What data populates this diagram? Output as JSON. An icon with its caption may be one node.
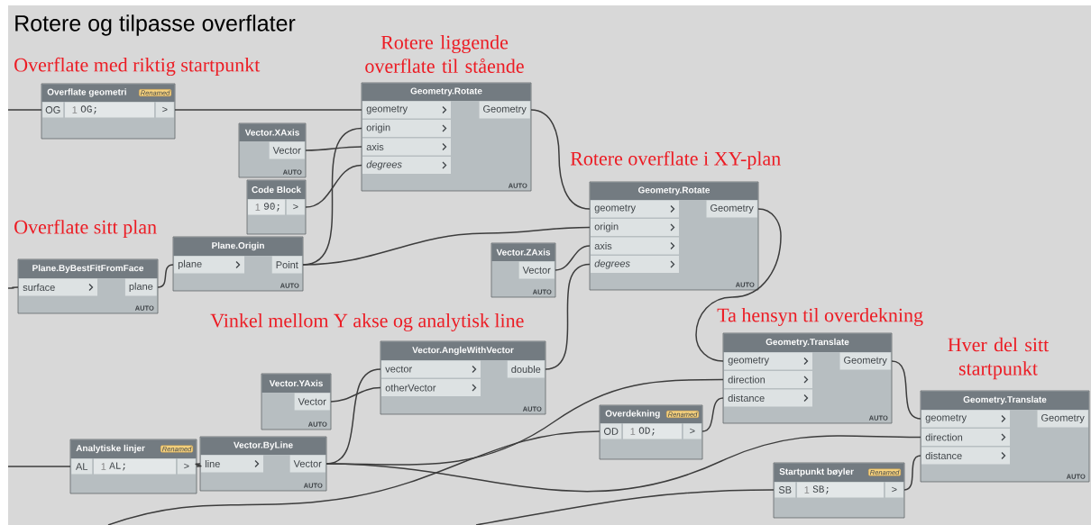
{
  "diagram": {
    "title": "Rotere og tilpasse overflater",
    "nodes": [
      {
        "text": [
          "Overflate geometri",
          "Renamed",
          "OG",
          "1",
          "OG;",
          ">"
        ]
      },
      {
        "text": [
          "Geometry.Rotate",
          "geometry",
          "origin",
          "axis",
          "degrees",
          "Geometry",
          "AUTO"
        ]
      },
      {
        "text": [
          "Vector.XAxis",
          "Vector",
          "AUTO"
        ]
      },
      {
        "text": [
          "Code Block",
          "1",
          "90;",
          ">"
        ]
      },
      {
        "text": [
          "Geometry.Rotate",
          "geometry",
          "origin",
          "axis",
          "degrees",
          "Geometry",
          "AUTO"
        ]
      },
      {
        "text": [
          "Plane.Origin",
          "plane",
          "Point",
          "AUTO"
        ]
      },
      {
        "text": [
          "Plane.ByBestFitFromFace",
          "surface",
          "plane",
          "AUTO"
        ]
      },
      {
        "text": [
          "Vector.ZAxis",
          "Vector",
          "AUTO"
        ]
      },
      {
        "text": [
          "Vector.AngleWithVector",
          "vector",
          "otherVector",
          "double",
          "AUTO"
        ]
      },
      {
        "text": [
          "Vector.YAxis",
          "Vector",
          "AUTO"
        ]
      },
      {
        "text": [
          "Geometry.Translate",
          "geometry",
          "direction",
          "distance",
          "Geometry",
          "AUTO"
        ]
      },
      {
        "text": [
          "Overdekning",
          "Renamed",
          "OD",
          "1",
          "OD;",
          ">"
        ]
      },
      {
        "text": [
          "Geometry.Translate",
          "geometry",
          "direction",
          "distance",
          "Geometry",
          "AUTO"
        ]
      },
      {
        "text": [
          "Analytiske linjer",
          "Renamed",
          "AL",
          "1",
          "AL;",
          ">"
        ]
      },
      {
        "text": [
          "Vector.ByLine",
          "line",
          "Vector",
          "AUTO"
        ]
      },
      {
        "text": [
          "Startpunkt bøyler",
          "Renamed",
          "SB",
          "1",
          "SB;",
          ">"
        ]
      }
    ],
    "edges": [
      {
        "from": null,
        "to": 0,
        "arrow": "none"
      },
      {
        "from": 0,
        "to": 1,
        "arrow": "none"
      },
      {
        "from": 5,
        "to": 1,
        "arrow": "none"
      },
      {
        "from": 2,
        "to": 1,
        "arrow": "none"
      },
      {
        "from": 3,
        "to": 1,
        "arrow": "none"
      },
      {
        "from": 1,
        "to": 4,
        "arrow": "none"
      },
      {
        "from": 5,
        "to": 4,
        "arrow": "none"
      },
      {
        "from": 7,
        "to": 4,
        "arrow": "none"
      },
      {
        "from": 8,
        "to": 4,
        "arrow": "none"
      },
      {
        "from": null,
        "to": 6,
        "arrow": "none"
      },
      {
        "from": 6,
        "to": 5,
        "arrow": "none"
      },
      {
        "from": 14,
        "to": 8,
        "arrow": "none"
      },
      {
        "from": 9,
        "to": 8,
        "arrow": "none"
      },
      {
        "from": 4,
        "to": 10,
        "arrow": "none"
      },
      {
        "from": 14,
        "to": 10,
        "arrow": "none"
      },
      {
        "from": 11,
        "to": 10,
        "arrow": "none"
      },
      {
        "from": 10,
        "to": 12,
        "arrow": "none"
      },
      {
        "from": 14,
        "to": 12,
        "arrow": "none"
      },
      {
        "from": 15,
        "to": 12,
        "arrow": "none"
      },
      {
        "from": null,
        "to": 13,
        "arrow": "none"
      },
      {
        "from": 13,
        "to": 14,
        "arrow": "none"
      },
      {
        "from": null,
        "to": 11,
        "arrow": "none"
      },
      {
        "from": null,
        "to": 15,
        "arrow": "none"
      }
    ],
    "labels": [
      "Rotere liggende overflate til stående",
      "Overflate med riktig startpunkt",
      "Rotere overflate i XY-plan",
      "Overflate sitt plan",
      "Vinkel mellom Y akse og analytisk line",
      "Ta hensyn til overdekning",
      "Hver del sitt startpunkt"
    ]
  }
}
